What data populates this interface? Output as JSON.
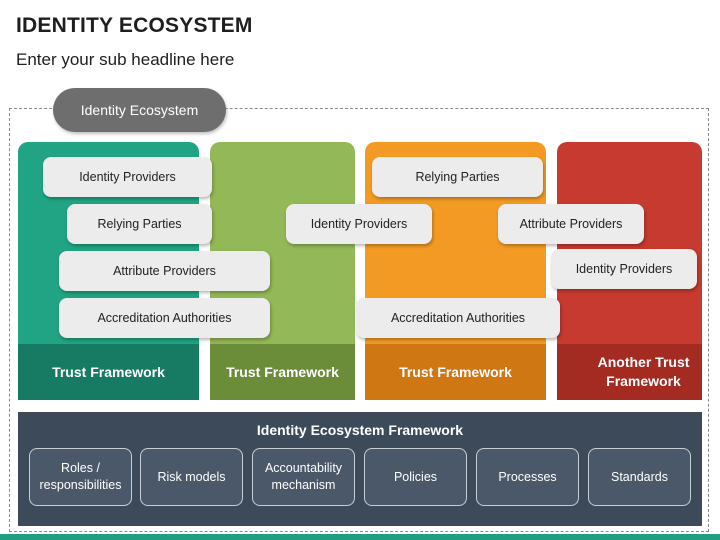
{
  "header": {
    "title": "IDENTITY ECOSYSTEM",
    "subtitle": "Enter your sub headline here"
  },
  "ecosystem_label": "Identity Ecosystem",
  "columns": [
    {
      "label": "Trust Framework",
      "color": "#20a483",
      "footer_color": "#177a62"
    },
    {
      "label": "Trust Framework",
      "color": "#93b857",
      "footer_color": "#6b8c39"
    },
    {
      "label": "Trust Framework",
      "color": "#f29a23",
      "footer_color": "#cf7712"
    },
    {
      "label": "Another Trust Framework",
      "color": "#c63a2f",
      "footer_color": "#a32b22"
    }
  ],
  "cards": {
    "identity_providers_1": "Identity Providers",
    "relying_parties_1": "Relying Parties",
    "attribute_providers_1": "Attribute Providers",
    "accreditation_authorities_1": "Accreditation Authorities",
    "identity_providers_2": "Identity Providers",
    "relying_parties_2": "Relying Parties",
    "accreditation_authorities_2": "Accreditation Authorities",
    "attribute_providers_2": "Attribute Providers",
    "identity_providers_3": "Identity Providers"
  },
  "framework": {
    "title": "Identity Ecosystem Framework",
    "items": [
      {
        "label": "Roles / responsibilities"
      },
      {
        "label": "Risk models"
      },
      {
        "label": "Accountability mechanism"
      },
      {
        "label": "Policies"
      },
      {
        "label": "Processes"
      },
      {
        "label": "Standards"
      }
    ]
  }
}
